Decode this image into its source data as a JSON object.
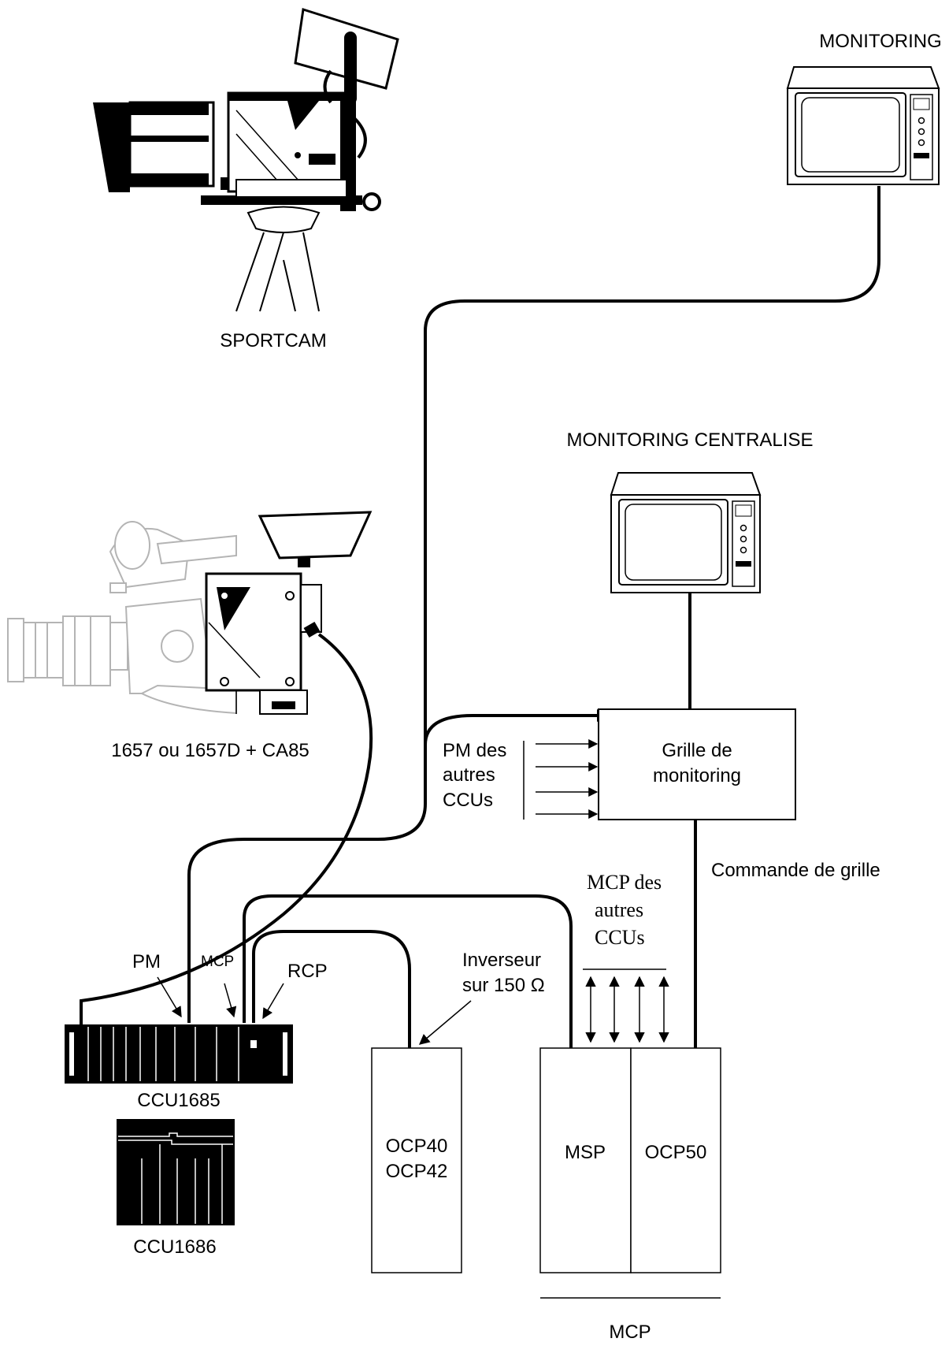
{
  "labels": {
    "monitoring": "MONITORING",
    "sportcam": "SPORTCAM",
    "monitoring_centralise": "MONITORING CENTRALISE",
    "camera_1657": "1657 ou 1657D + CA85",
    "grille_line1": "Grille de",
    "grille_line2": "monitoring",
    "pm_autres_1": "PM des",
    "pm_autres_2": "autres",
    "pm_autres_3": "CCUs",
    "commande_grille": "Commande de grille",
    "mcp_autres_1": "MCP des",
    "mcp_autres_2": "autres",
    "mcp_autres_3": "CCUs",
    "pm": "PM",
    "mcp_small": "MCP",
    "rcp": "RCP",
    "inverseur_1": "Inverseur",
    "inverseur_2": "sur 150 Ω",
    "ccu1685": "CCU1685",
    "ccu1686": "CCU1686",
    "ocp40": "OCP40",
    "ocp42": "OCP42",
    "msp": "MSP",
    "ocp50": "OCP50",
    "mcp_bottom": "MCP"
  },
  "colors": {
    "ink": "#000000",
    "paper": "#ffffff",
    "camera_grey": "#c8c8c8"
  }
}
